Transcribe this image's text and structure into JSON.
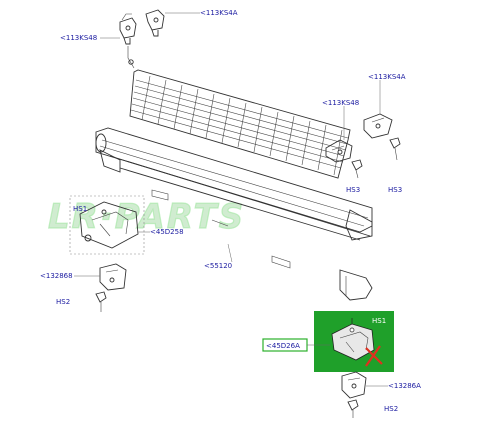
{
  "labels": {
    "top_113ks4a": "<113KS4A",
    "top_113ks48": "<113KS48",
    "right_113ks4a": "<113KS4A",
    "right_113ks48": "<113KS48",
    "right_hs3_a": "HS3",
    "right_hs3_b": "HS3",
    "left_hs1": "HS1",
    "left_45d258": "<45D258",
    "center_55120": "<55120",
    "left_132868": "<132868",
    "left_hs2": "HS2",
    "highlight_hs1": "HS1",
    "highlight_45d26a": "<45D26A",
    "bottom_13286a": "<13286A",
    "bottom_hs2": "HS2"
  },
  "watermark": "LR·PARTS",
  "colors": {
    "label_blue": "#1a1aa0",
    "highlight_green": "#1fa02a",
    "cross_red": "#e03020",
    "box_border": "#2bb02b"
  }
}
